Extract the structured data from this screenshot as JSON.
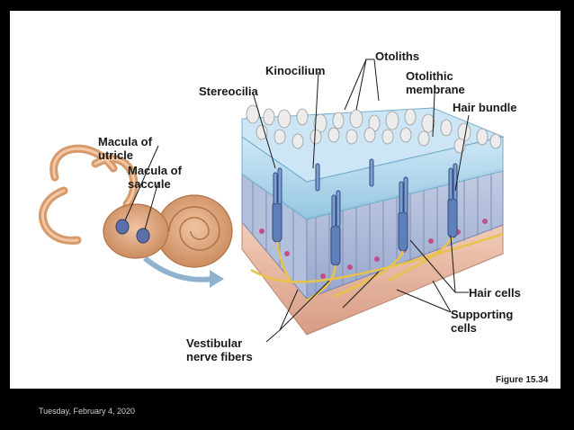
{
  "labels": {
    "otoliths": "Otoliths",
    "kinocilium": "Kinocilium",
    "otolithic_membrane": "Otolithic\nmembrane",
    "stereocilia": "Stereocilia",
    "hair_bundle": "Hair bundle",
    "macula_utricle": "Macula of\nutricle",
    "macula_saccule": "Macula of\nsaccule",
    "hair_cells": "Hair cells",
    "supporting_cells": "Supporting\ncells",
    "vestibular_nerve_fibers": "Vestibular\nnerve fibers"
  },
  "figure_caption": "Figure 15.34",
  "footer_date": "Tuesday, February 4, 2020",
  "colors": {
    "slide_background": "#ffffff",
    "frame": "#000000",
    "membrane": "#a9d3ea",
    "otoliths": "#e6e6e6",
    "supporting_cells": "#a9b8d6",
    "tissue": "#e7b7a0",
    "nerve": "#e8c24a",
    "ear": "#d79a6a",
    "arrow": "#8fb3cf"
  }
}
